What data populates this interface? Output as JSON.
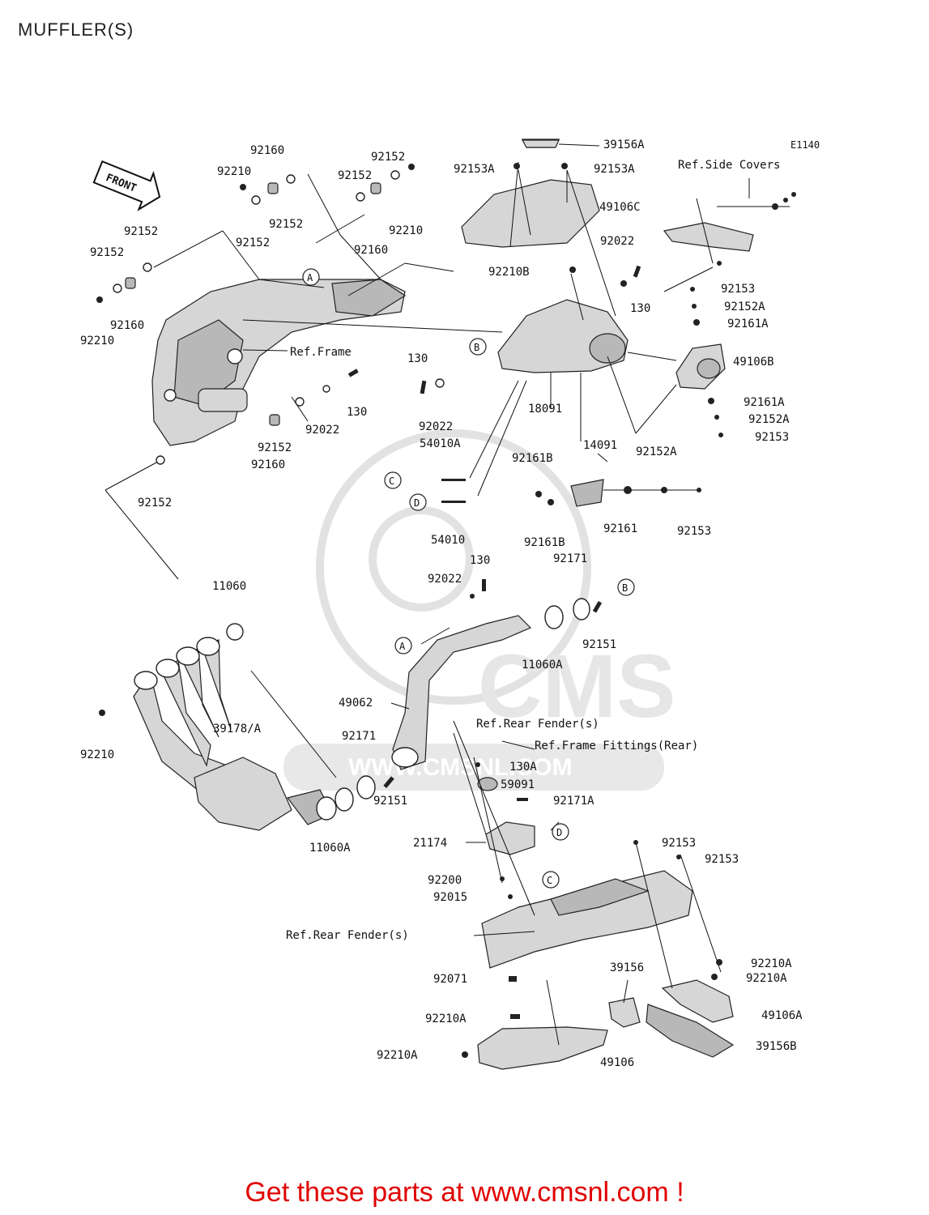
{
  "page": {
    "title": "MUFFLER(S)",
    "footer": "Get these parts at www.cmsnl.com !"
  },
  "diagram": {
    "code": "E1140",
    "front_label": "FRONT",
    "watermark": "CMS",
    "watermark_url": "WWW.CMSNL.COM",
    "refs": {
      "side_covers": "Ref.Side Covers",
      "frame": "Ref.Frame",
      "rear_fender_top": "Ref.Rear Fender(s)",
      "frame_fittings": "Ref.Frame Fittings(Rear)",
      "rear_fender_bottom": "Ref.Rear Fender(s)"
    },
    "callouts": {
      "A1": "A",
      "B1": "B",
      "C1": "C",
      "D1": "D",
      "A2": "A",
      "B2": "B",
      "D2": "D",
      "C2": "C"
    },
    "labels": {
      "p92160_a": "92160",
      "p92210_a": "92210",
      "p92152_a": "92152",
      "p92152_b": "92152",
      "p92152_c": "92152",
      "p92210_b": "92210",
      "p92160_b": "92160",
      "p92152_d": "92152",
      "p92152_e": "92152",
      "p92160_c": "92160",
      "p92210_c": "92210",
      "p130_a": "130",
      "p92022_a": "92022",
      "p92152_f": "92152",
      "p92160_d": "92160",
      "p92152_g": "92152",
      "p39156A": "39156A",
      "p92153A_a": "92153A",
      "p92153A_b": "92153A",
      "p49106C": "49106C",
      "p92022_b": "92022",
      "p92210B": "92210B",
      "p130_b": "130",
      "p92153_a": "92153",
      "p92152A_a": "92152A",
      "p92161A_a": "92161A",
      "p49106B": "49106B",
      "p92161A_b": "92161A",
      "p92152A_b": "92152A",
      "p92153_b": "92153",
      "p130_c": "130",
      "p92022_c": "92022",
      "p18091": "18091",
      "p54010A": "54010A",
      "p14091": "14091",
      "p92152A_c": "92152A",
      "p92161B_a": "92161B",
      "p54010": "54010",
      "p92161B_b": "92161B",
      "p92161": "92161",
      "p92153_c": "92153",
      "p11060": "11060",
      "p130_d": "130",
      "p92022_d": "92022",
      "p92171_a": "92171",
      "p92151_a": "92151",
      "p11060A_a": "11060A",
      "p49062": "49062",
      "p92210_d": "92210",
      "p39178A": "39178/A",
      "p92171_b": "92171",
      "p92151_b": "92151",
      "p11060A_b": "11060A",
      "p130A": "130A",
      "p59091": "59091",
      "p92171A": "92171A",
      "p21174": "21174",
      "p92200": "92200",
      "p92015": "92015",
      "p92153_d": "92153",
      "p92153_e": "92153",
      "p92071": "92071",
      "p39156": "39156",
      "p92210A_a": "92210A",
      "p92210A_b": "92210A",
      "p49106A": "49106A",
      "p92210A_c": "92210A",
      "p39156B": "39156B",
      "p92210A_d": "92210A",
      "p49106": "49106"
    }
  }
}
